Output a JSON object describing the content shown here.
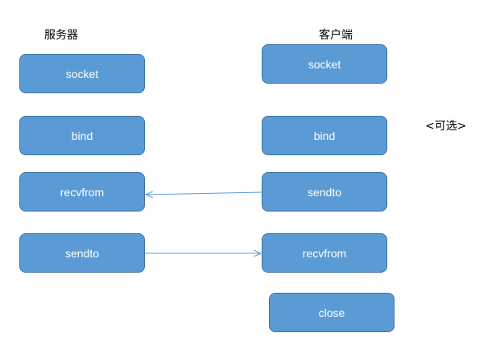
{
  "diagram": {
    "server_title": "服务器",
    "client_title": "客户端",
    "server_steps": [
      "socket",
      "bind",
      "recvfrom",
      "sendto"
    ],
    "client_steps": [
      "socket",
      "bind",
      "sendto",
      "recvfrom",
      "close"
    ],
    "optional_note": "<可选>",
    "colors": {
      "box_fill": "#5b9bd5",
      "box_border": "#41719c",
      "arrow": "#5b9bd5",
      "text_on_box": "#ffffff"
    }
  }
}
